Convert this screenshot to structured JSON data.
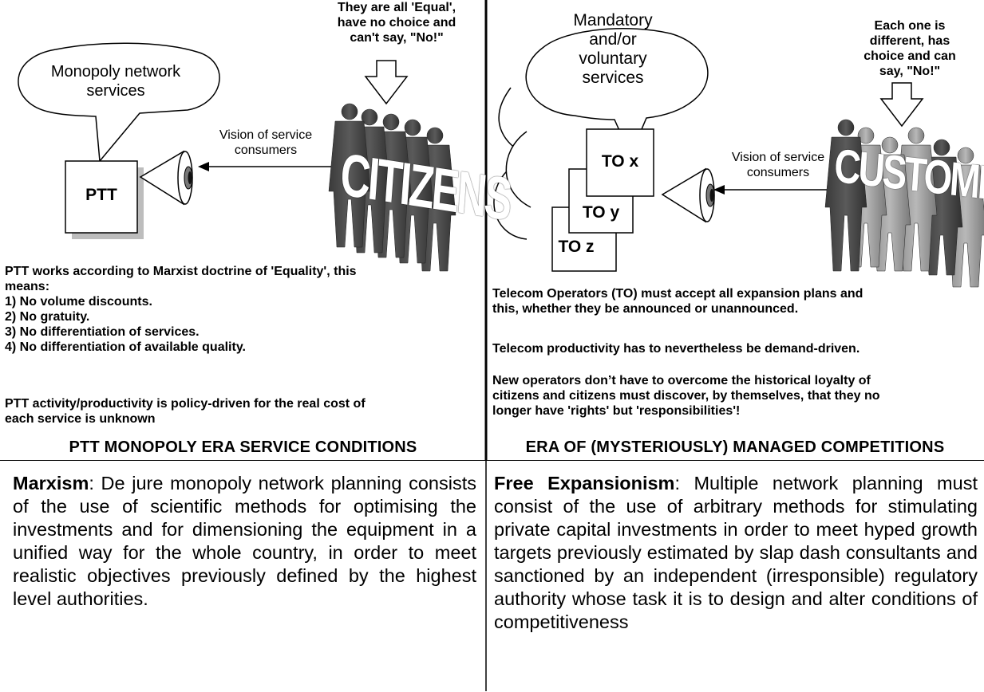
{
  "left_panel": {
    "cloud_text": "Monopoly network services",
    "box_label": "PTT",
    "arrow_label": "Vision of service consumers",
    "figures_label": "CITIZENS",
    "callout": [
      "They are all 'Equal',",
      "have no choice and",
      "can't say, \"No!\""
    ],
    "notes": [
      "PTT works according to Marxist doctrine of 'Equality', this",
      "means:",
      "1) No volume discounts.",
      "2) No gratuity.",
      "3) No differentiation of services.",
      "4) No differentiation of available quality."
    ],
    "policy_note": [
      "PTT activity/productivity is policy-driven for the real cost of",
      "each service is unknown"
    ],
    "title": "PTT MONOPOLY ERA SERVICE CONDITIONS"
  },
  "right_panel": {
    "cloud_text": [
      "Mandatory",
      "and/or",
      "voluntary",
      "services"
    ],
    "boxes": [
      "TO x",
      "TO y",
      "TO z"
    ],
    "arrow_label": [
      "Vision of service",
      "consumers"
    ],
    "figures_label": "CUSTOMERS",
    "callout": [
      "Each one is",
      "different, has",
      "choice and can",
      "say, \"No!\""
    ],
    "note1": [
      "Telecom Operators (TO) must accept all expansion plans and",
      "this, whether they be announced or unannounced."
    ],
    "note2": "Telecom productivity has to nevertheless be demand-driven.",
    "note3": [
      "New operators don’t have to overcome the historical loyalty of",
      "citizens and citizens must discover, by themselves, that they no",
      "longer have 'rights' but 'responsibilities'!"
    ],
    "title": "ERA OF (MYSTERIOUSLY) MANAGED COMPETITIONS"
  },
  "bottom_left": {
    "term": "Marxism",
    "text": ": De jure monopoly network planning consists of the use of scientific methods for optimising the investments and for dimensioning the equipment in a unified way for the whole country, in order to meet realistic objectives previously defined by the highest level authorities."
  },
  "bottom_right": {
    "term": "Free Expansionism",
    "text": ": Multiple network planning must consist of the use of arbitrary methods for stimulating private capital investments in order to meet hyped growth targets previously estimated by slap dash consultants and sanctioned by an independent (irresponsible) regulatory authority whose task it is to design and alter conditions of competitiveness"
  }
}
